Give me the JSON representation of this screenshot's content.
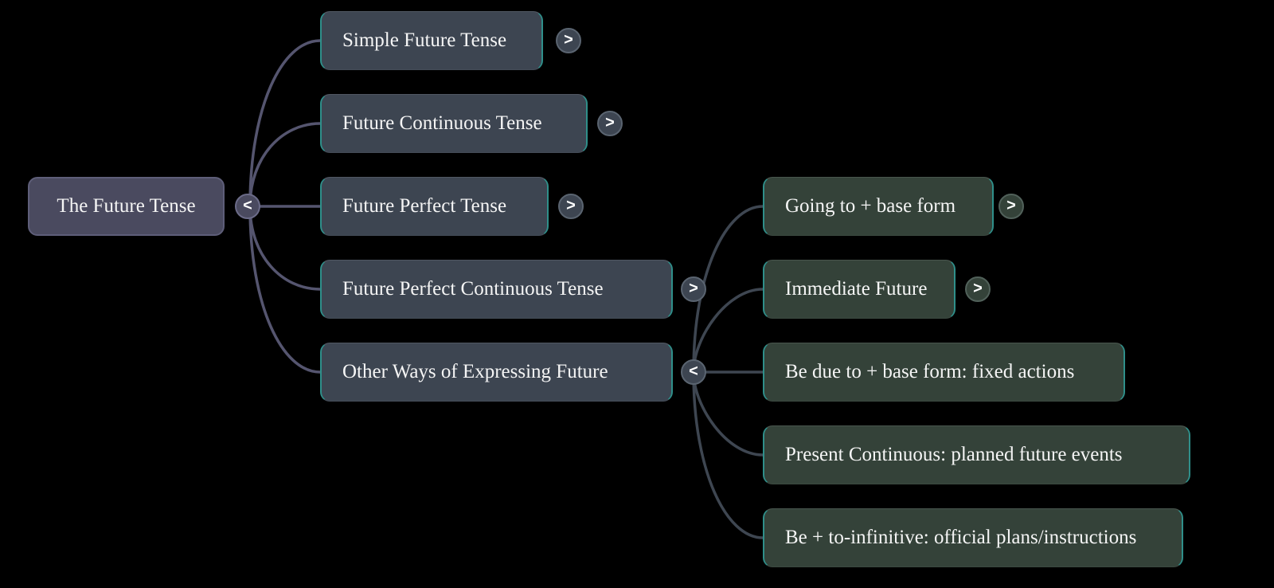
{
  "glyphs": {
    "expand": ">",
    "collapse": "<"
  },
  "diagram": {
    "title": "The Future Tense mind map",
    "root": {
      "label": "The Future Tense",
      "state": "expanded"
    },
    "branches": [
      {
        "label": "Simple Future Tense",
        "state": "collapsed"
      },
      {
        "label": "Future Continuous Tense",
        "state": "collapsed"
      },
      {
        "label": "Future Perfect Tense",
        "state": "collapsed"
      },
      {
        "label": "Future Perfect Continuous Tense",
        "state": "collapsed"
      },
      {
        "label": "Other Ways of Expressing Future",
        "state": "expanded",
        "children": [
          {
            "label": "Going to + base form",
            "state": "collapsed"
          },
          {
            "label": "Immediate Future",
            "state": "collapsed"
          },
          {
            "label": "Be due to + base form: fixed actions"
          },
          {
            "label": "Present Continuous: planned future events"
          },
          {
            "label": "Be + to-infinitive: official plans/instructions"
          }
        ]
      }
    ],
    "colors": {
      "background": "#000000",
      "text": "#f5f5f5",
      "root_fill": "#4a4a5f",
      "root_border": "#5e5e79",
      "root_ring": "#6b6b88",
      "root_link": "#55556f",
      "branch_fill": "#3d4551",
      "branch_ring": "#5a6470",
      "branch_link": "#3e4651",
      "leaf_fill": "#344239",
      "leaf_ring": "#51615a",
      "edge_accent": "#2f8f8a"
    }
  }
}
